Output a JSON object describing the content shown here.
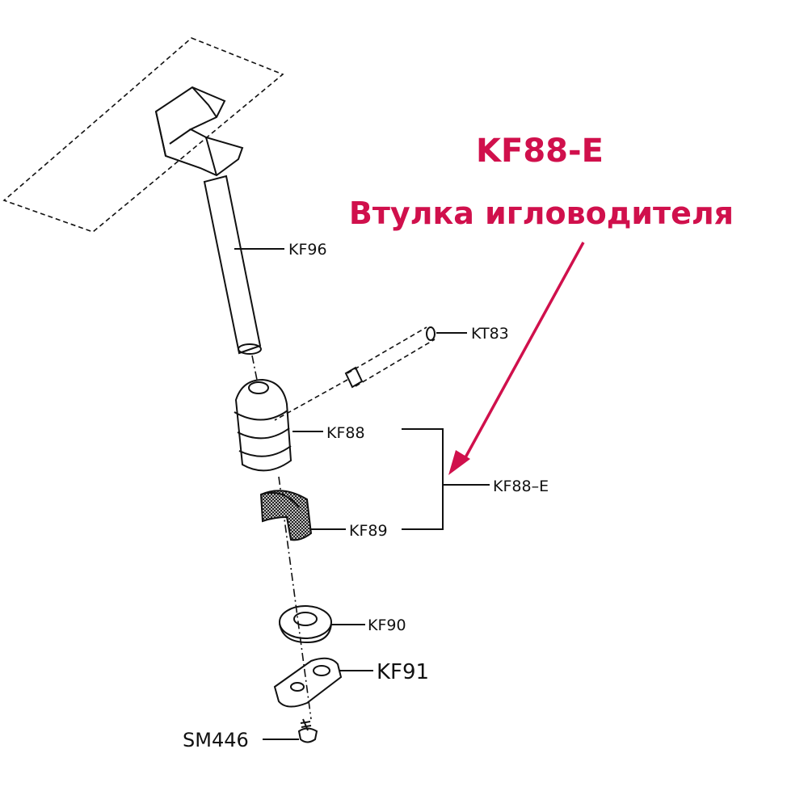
{
  "heading": {
    "code": "KF88-E",
    "description": "Втулка игловодителя",
    "accent_color": "#d0104c"
  },
  "parts": {
    "kf96": "KF96",
    "kt83": "KT83",
    "kf88": "KF88",
    "kf88e": "KF88–E",
    "kf89": "KF89",
    "kf90": "KF90",
    "kf91": "KF91",
    "sm446": "SM446"
  }
}
